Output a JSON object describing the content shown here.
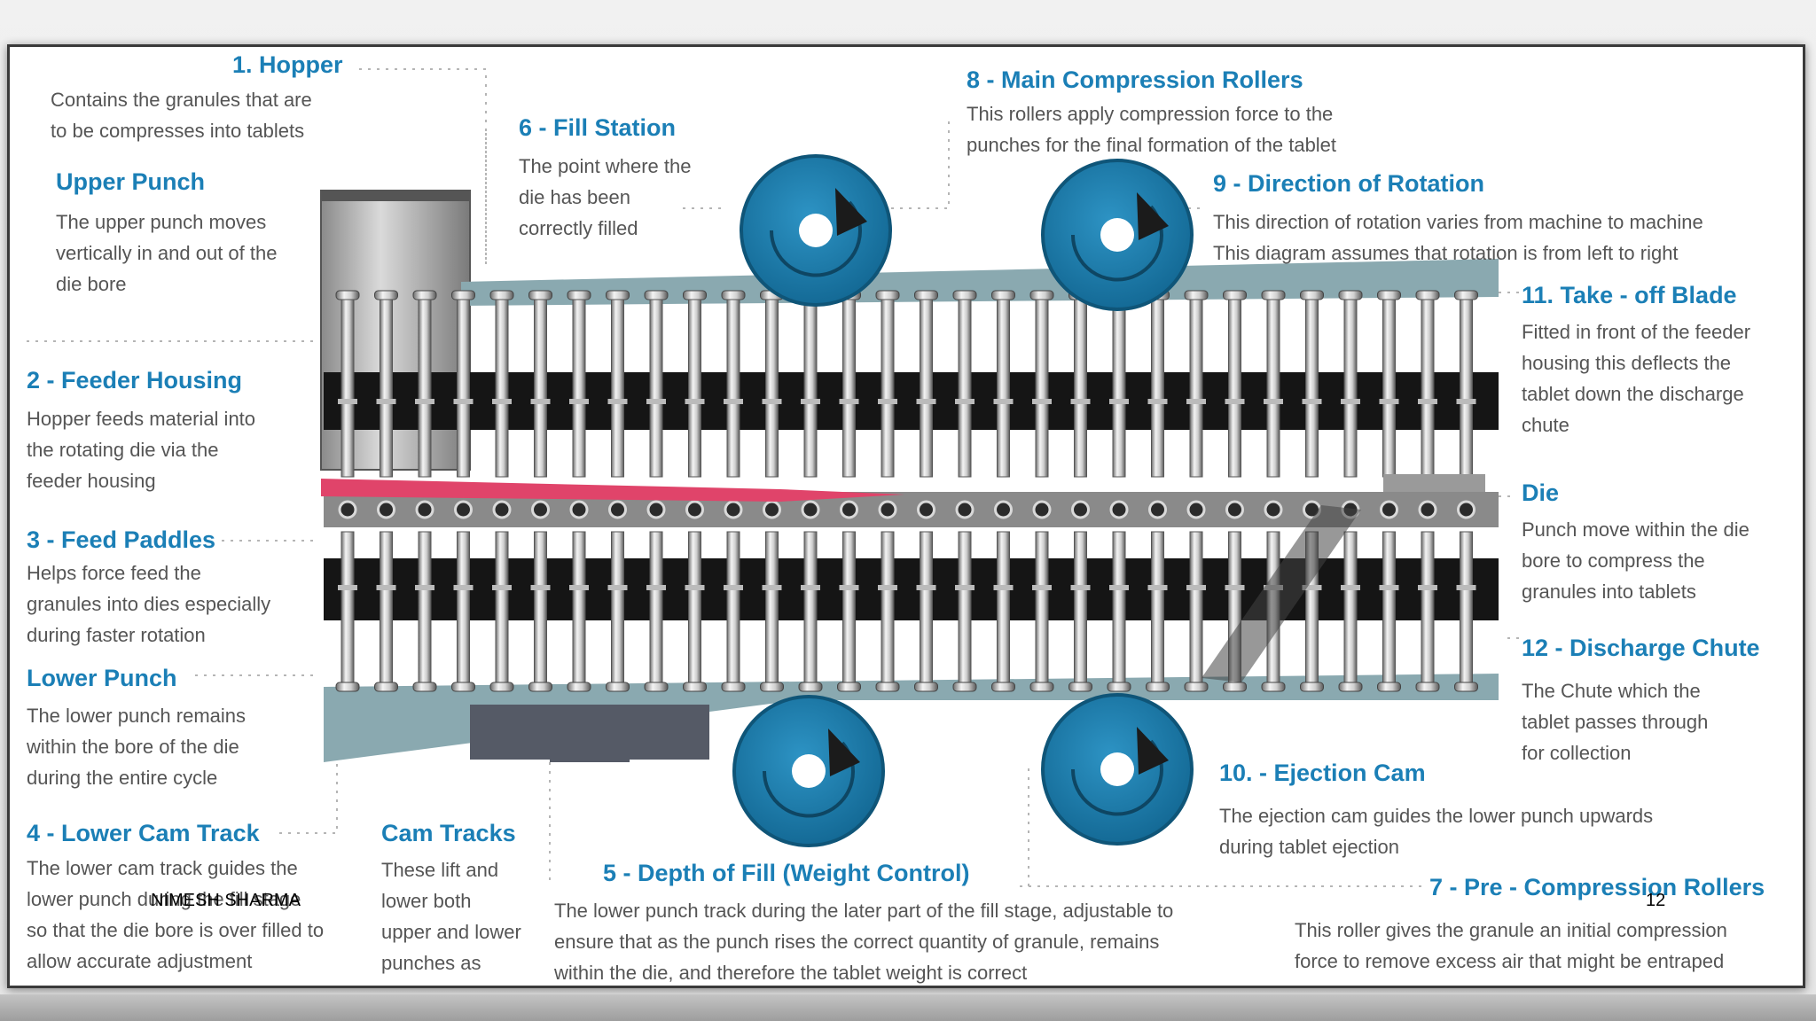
{
  "labels": {
    "hopper": {
      "title": "1. Hopper",
      "desc": "Contains the granules that are\nto be compresses into tablets"
    },
    "upper_punch": {
      "title": "Upper Punch",
      "desc": "The upper punch moves\nvertically in and out of the\ndie bore"
    },
    "feeder": {
      "title": "2 - Feeder Housing",
      "desc": "Hopper feeds material into\nthe rotating die via the\nfeeder housing"
    },
    "paddles": {
      "title": "3 - Feed Paddles",
      "desc": "Helps force feed the\ngranules into dies especially\nduring faster rotation"
    },
    "lower_punch": {
      "title": "Lower Punch",
      "desc": "The  lower punch remains\nwithin the bore of the die\nduring the entire cycle"
    },
    "lower_cam": {
      "title": "4 - Lower Cam Track",
      "desc": "The lower cam track guides the\nlower punch during the fill stage\nso that the die bore is over filled to\nallow accurate adjustment"
    },
    "cam_tracks": {
      "title": "Cam Tracks",
      "desc": "These lift and\nlower both\nupper and lower\npunches as"
    },
    "fill_station": {
      "title": "6 - Fill Station",
      "desc": "The point where the\ndie has been\ncorrectly filled"
    },
    "depth_fill": {
      "title": "5 - Depth of Fill (Weight Control)",
      "desc": "The lower punch track during the later part of the fill stage, adjustable to\nensure that as the punch rises the correct quantity of granule, remains\nwithin the die, and therefore the tablet weight is correct"
    },
    "main_rollers": {
      "title": "8 - Main Compression Rollers",
      "desc": "This rollers apply compression force to the\npunches for the final formation of the tablet"
    },
    "rotation": {
      "title": "9 - Direction of Rotation",
      "desc": "This direction of rotation varies from machine to machine\nThis diagram assumes that rotation is from left to right"
    },
    "takeoff": {
      "title": "11. Take - off Blade",
      "desc": "Fitted in front of the feeder\nhousing this deflects the\ntablet down the discharge\nchute"
    },
    "die": {
      "title": "Die",
      "desc": "Punch move within the die\nbore to compress the\ngranules into tablets"
    },
    "chute": {
      "title": "12 - Discharge Chute",
      "desc": "The Chute which the\ntablet passes through\nfor collection"
    },
    "ejection": {
      "title": "10. - Ejection Cam",
      "desc": "The ejection cam guides the lower punch upwards\nduring tablet ejection"
    },
    "precomp": {
      "title": "7 - Pre - Compression Rollers",
      "desc": "This roller gives the granule an initial compression\nforce to remove excess air that might be entraped"
    }
  },
  "footer": {
    "author": "NIMESH SHARMA",
    "page": "12"
  },
  "colors": {
    "title_blue": "#1b7fb6",
    "roller_blue": "#1f7fac",
    "cam_track": "#8aa9b0",
    "feed_red": "#e0446a",
    "punch_steel": "#c9c9c9",
    "band_black": "#151515"
  }
}
